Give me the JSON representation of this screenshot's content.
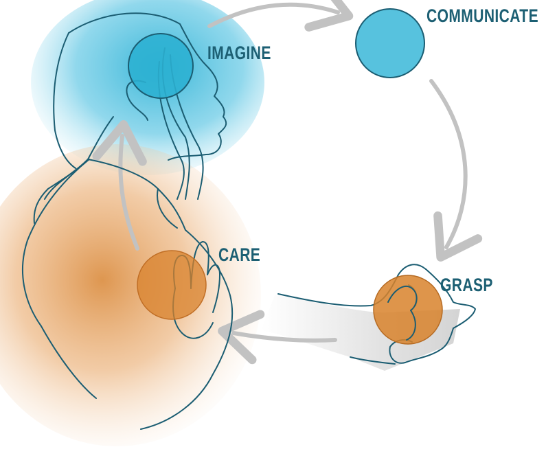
{
  "labels": {
    "imagine": "IMAGINE",
    "communicate": "COMMUNICATE",
    "care": "CARE",
    "grasp": "GRASP"
  },
  "colors": {
    "label": "#1c5f73",
    "blue": "#2bb0d2",
    "orange": "#d8822c",
    "outline": "#1b5d72",
    "arrow": "#c2c2c2"
  }
}
